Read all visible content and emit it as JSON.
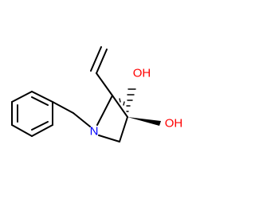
{
  "molecule": {
    "atom_labels": {
      "nitrogen": "N",
      "hydroxyl_top": "OH",
      "hydroxyl_right": "OH"
    },
    "colors": {
      "bond": "#000000",
      "nitrogen": "#0000ff",
      "oxygen": "#ff0000",
      "hydrogen": "#000000",
      "background": "#ffffff"
    }
  }
}
